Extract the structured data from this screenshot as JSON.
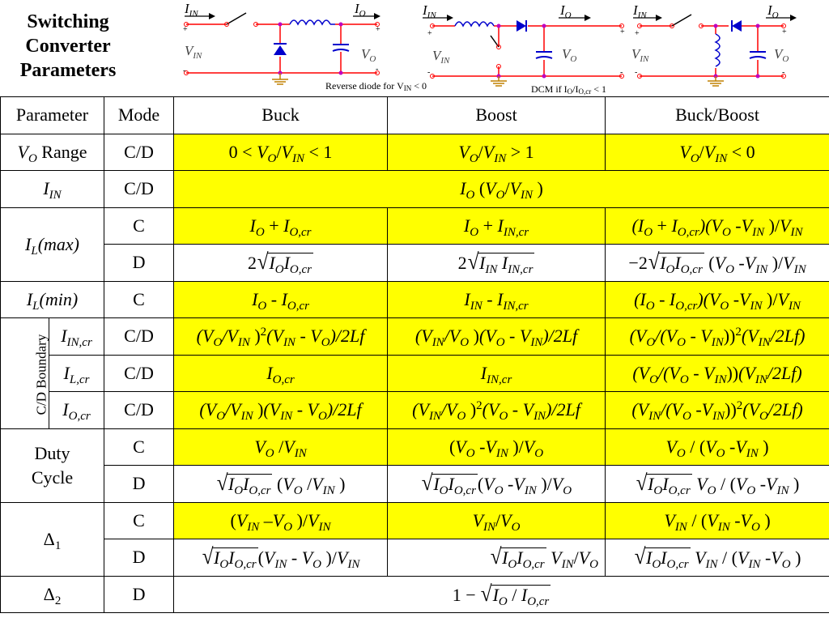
{
  "title": [
    "Switching",
    "Converter",
    "Parameters"
  ],
  "circuits": {
    "buck": {
      "i_in": "I",
      "i_in_sub": "IN",
      "i_o": "I",
      "i_o_sub": "O",
      "v_in": "V",
      "v_in_sub": "IN",
      "v_o": "V",
      "v_o_sub": "O",
      "plus": "+",
      "minus": "-"
    },
    "boost": {
      "i_in": "I",
      "i_in_sub": "IN",
      "i_o": "I",
      "i_o_sub": "O",
      "v_in": "V",
      "v_in_sub": "IN",
      "v_o": "V",
      "v_o_sub": "O",
      "plus": "+",
      "minus": "-"
    },
    "buckboost": {
      "i_in": "I",
      "i_in_sub": "IN",
      "i_o": "I",
      "i_o_sub": "O",
      "v_in": "V",
      "v_in_sub": "IN",
      "v_o": "V",
      "v_o_sub": "O",
      "plus": "+",
      "minus": "-"
    }
  },
  "captions": {
    "reverse_diode": "Reverse diode for V",
    "reverse_diode_sub": "IN",
    "reverse_diode_tail": " < 0",
    "dcm": "DCM if I",
    "dcm_sub1": "O",
    "dcm_mid": "/I",
    "dcm_sub2": "O,cr",
    "dcm_tail": " < 1"
  },
  "table": {
    "headers": {
      "parameter": "Parameter",
      "mode": "Mode",
      "buck": "Buck",
      "boost": "Boost",
      "buckboost": "Buck/Boost"
    },
    "row_labels": {
      "vo_range_v": "V",
      "vo_range_sub": "O",
      "vo_range_text": " Range",
      "i_in": "I",
      "i_in_sub": "IN",
      "il_max": "I",
      "il_max_sub": "L",
      "il_max_tail": "(max)",
      "il_min": "I",
      "il_min_sub": "L",
      "il_min_tail": "(min)",
      "cd_boundary": "C/D Boundary",
      "i_in_cr": "I",
      "i_in_cr_sub": "IN,cr",
      "i_l_cr": "I",
      "i_l_cr_sub": "L,cr",
      "i_o_cr": "I",
      "i_o_cr_sub": "O,cr",
      "duty_1": "Duty",
      "duty_2": "Cycle",
      "delta1": "Δ",
      "delta1_sub": "1",
      "delta2": "Δ",
      "delta2_sub": "2"
    },
    "modes": {
      "cd": "C/D",
      "c": "C",
      "d": "D"
    },
    "cells": {
      "vo_range": [
        "0 < V_O/V_IN < 1",
        "V_O/V_IN > 1",
        "V_O/V_IN < 0"
      ],
      "i_in": "I_O (V_O/V_IN )",
      "il_max_c": [
        "I_O + I_O,cr",
        "I_O + I_IN,cr",
        "(I_O + I_O,cr)(V_O -V_IN )/V_IN"
      ],
      "il_max_d": [
        "2√(I_O I_O,cr)",
        "2√(I_IN I_IN,cr)",
        "−2√(I_O I_O,cr) (V_O -V_IN )/V_IN"
      ],
      "il_min": [
        "I_O - I_O,cr",
        "I_IN - I_IN,cr",
        "(I_O - I_O,cr)(V_O -V_IN )/V_IN"
      ],
      "i_in_cr": [
        "(V_O/V_IN )^2(V_IN - V_O)/2Lf",
        "(V_IN/V_O )(V_O - V_IN)/2Lf",
        "(V_O/(V_O - V_IN))^2(V_IN/2Lf)"
      ],
      "i_l_cr": [
        "I_O,cr",
        "I_IN,cr",
        "(V_O/(V_O - V_IN))(V_IN/2Lf)"
      ],
      "i_o_cr": [
        "(V_O/V_IN )(V_IN - V_O)/2Lf",
        "(V_IN/V_O )^2(V_O - V_IN)/2Lf",
        "(V_IN/(V_O -V_IN))^2(V_O/2Lf)"
      ],
      "duty_c": [
        "V_O/V_IN",
        "(V_O -V_IN )/V_O",
        "V_O/ (V_O -V_IN )"
      ],
      "duty_d": [
        "√(I_O I_O,cr) (V_O /V_IN )",
        "√(I_O I_O,cr)(V_O -V_IN )/V_O",
        "√(I_O I_O,cr) V_O/ (V_O -V_IN )"
      ],
      "delta1_c": [
        "(V_IN –V_O )/V_IN",
        "V_IN/V_O",
        "V_IN/ (V_IN -V_O )"
      ],
      "delta1_d": [
        "√(I_O I_O,cr)(V_IN - V_O )/V_IN",
        "√(I_O I_O,cr) V_IN/V_O",
        "√(I_O I_O,cr) V_IN/ (V_IN -V_O )"
      ],
      "delta2": "1−√(I_O/I_O,cr)"
    }
  },
  "colors": {
    "highlight": "#ffff00",
    "wire": "#ff0000",
    "node": "#c000c0",
    "component": "#0000cc",
    "ground": "#c08000"
  }
}
